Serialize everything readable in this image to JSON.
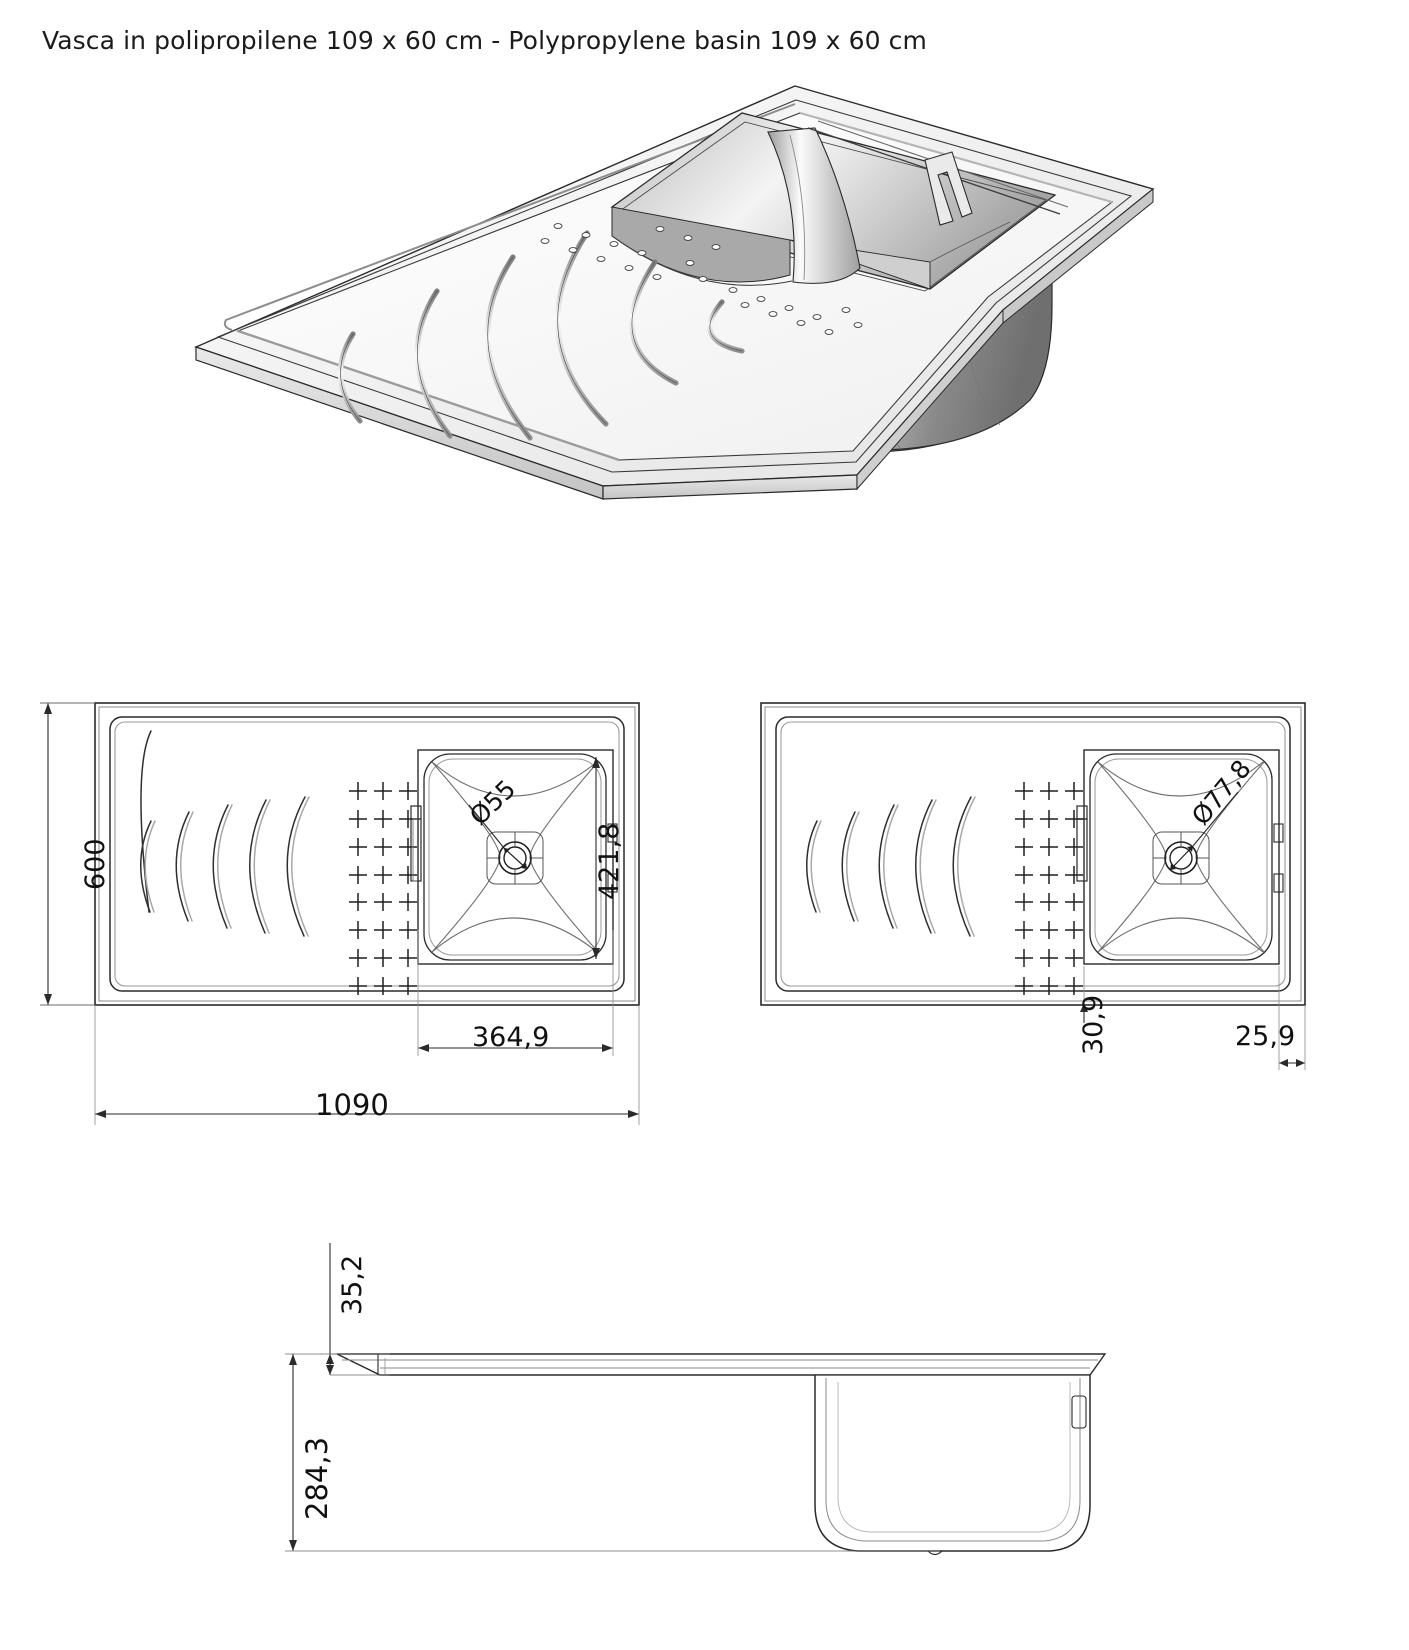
{
  "header": {
    "title": "Vasca in polipropilene 109 x 60 cm - Polypropylene basin 109 x 60 cm"
  },
  "views": {
    "isometric": {
      "name": "3D isometric view of polypropylene sink basin with drainer grooves and bowl"
    },
    "plan_left": {
      "name": "Top plan view - left variant"
    },
    "plan_right": {
      "name": "Top plan view - right variant"
    },
    "elevation": {
      "name": "Side elevation section view"
    }
  },
  "dimensions": {
    "plan_left": {
      "height": "600",
      "overall_length": "1090",
      "bowl_width": "364,9",
      "bowl_depth": "421,8",
      "drain_diameter": "Ø55"
    },
    "plan_right": {
      "drain_diameter": "Ø77,8",
      "offset_bottom": "30,9",
      "offset_right": "25,9"
    },
    "elevation": {
      "rim_thickness": "35,2",
      "total_height": "284,3"
    }
  },
  "colors": {
    "line": "#1a1a1a",
    "thin_line": "#555555",
    "shade_light": "#f2f2f2",
    "shade_mid": "#d8d8d8",
    "shade_dark": "#9a9a9a",
    "background": "#ffffff"
  },
  "chart_data": {
    "type": "table",
    "title": "Polypropylene basin 109 x 60 cm - dimensioned drawing",
    "categories": [
      "600",
      "1090",
      "364,9",
      "421,8",
      "Ø55",
      "Ø77,8",
      "30,9",
      "25,9",
      "35,2",
      "284,3"
    ],
    "values": [
      600,
      1090,
      364.9,
      421.8,
      55,
      77.8,
      30.9,
      25.9,
      35.2,
      284.3
    ]
  }
}
